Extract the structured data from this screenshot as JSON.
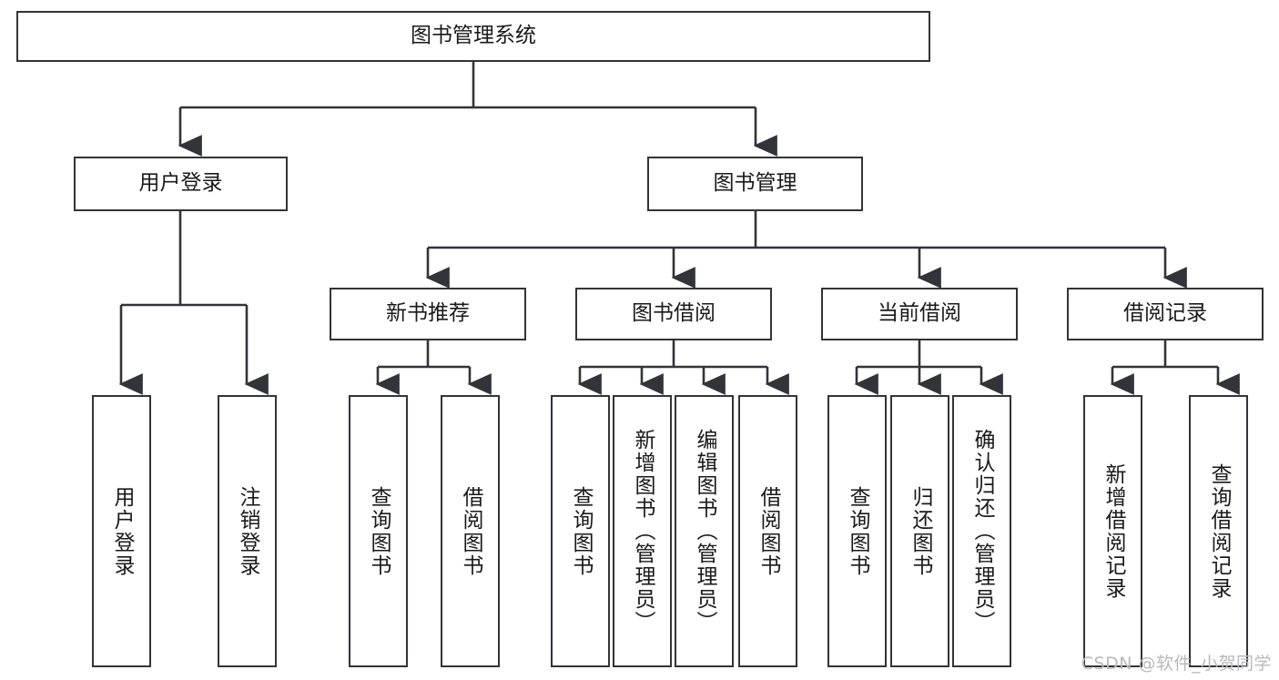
{
  "diagram": {
    "title": "图书管理系统",
    "type": "tree-hierarchy-chart",
    "line_color": "#33333a",
    "box_fill": "#ffffff",
    "text_color": "#1a1a1a",
    "root": {
      "label": "图书管理系统"
    },
    "level2": [
      {
        "label": "用户登录"
      },
      {
        "label": "图书管理"
      }
    ],
    "level3": [
      {
        "label": "新书推荐"
      },
      {
        "label": "图书借阅"
      },
      {
        "label": "当前借阅"
      },
      {
        "label": "借阅记录"
      }
    ],
    "leaves": {
      "user_login": [
        {
          "label": "用户登录"
        },
        {
          "label": "注销登录"
        }
      ],
      "new_book_recommend": [
        {
          "label": "查询图书"
        },
        {
          "label": "借阅图书"
        }
      ],
      "book_borrow": [
        {
          "label": "查询图书"
        },
        {
          "label": "新增图书（管理员）"
        },
        {
          "label": "编辑图书（管理员）"
        },
        {
          "label": "借阅图书"
        }
      ],
      "current_borrow": [
        {
          "label": "查询图书"
        },
        {
          "label": "归还图书"
        },
        {
          "label": "确认归还（管理员）"
        }
      ],
      "borrow_record": [
        {
          "label": "新增借阅记录"
        },
        {
          "label": "查询借阅记录"
        }
      ]
    }
  },
  "watermark": {
    "text": "CSDN @软件_小贺同学"
  }
}
